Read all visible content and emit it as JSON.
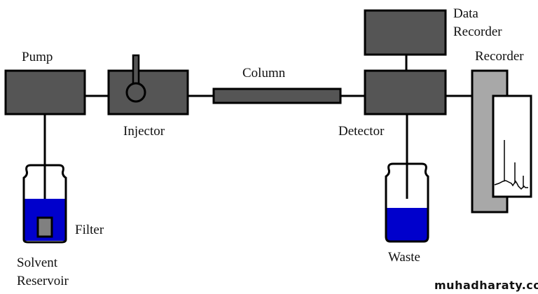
{
  "diagram": {
    "title": "HPLC system schematic",
    "components": {
      "pump": {
        "label": "Pump"
      },
      "injector": {
        "label": "Injector"
      },
      "column": {
        "label": "Column"
      },
      "detector": {
        "label": "Detector"
      },
      "data_recorder": {
        "label_line1": "Data",
        "label_line2": "Recorder"
      },
      "recorder": {
        "label": "Recorder"
      },
      "filter": {
        "label": "Filter"
      },
      "solvent_reservoir": {
        "label_line1": "Solvent",
        "label_line2": "Reservoir"
      },
      "waste": {
        "label": "Waste"
      }
    },
    "colors": {
      "unit_fill": "#555555",
      "liquid": "#0000cc",
      "recorder_body": "#a8a8a8",
      "filter_fill": "#808080"
    },
    "levels": {
      "solvent_fill_fraction": 0.55,
      "waste_fill_fraction": 0.45
    }
  },
  "watermark": "muhadharaty.com"
}
